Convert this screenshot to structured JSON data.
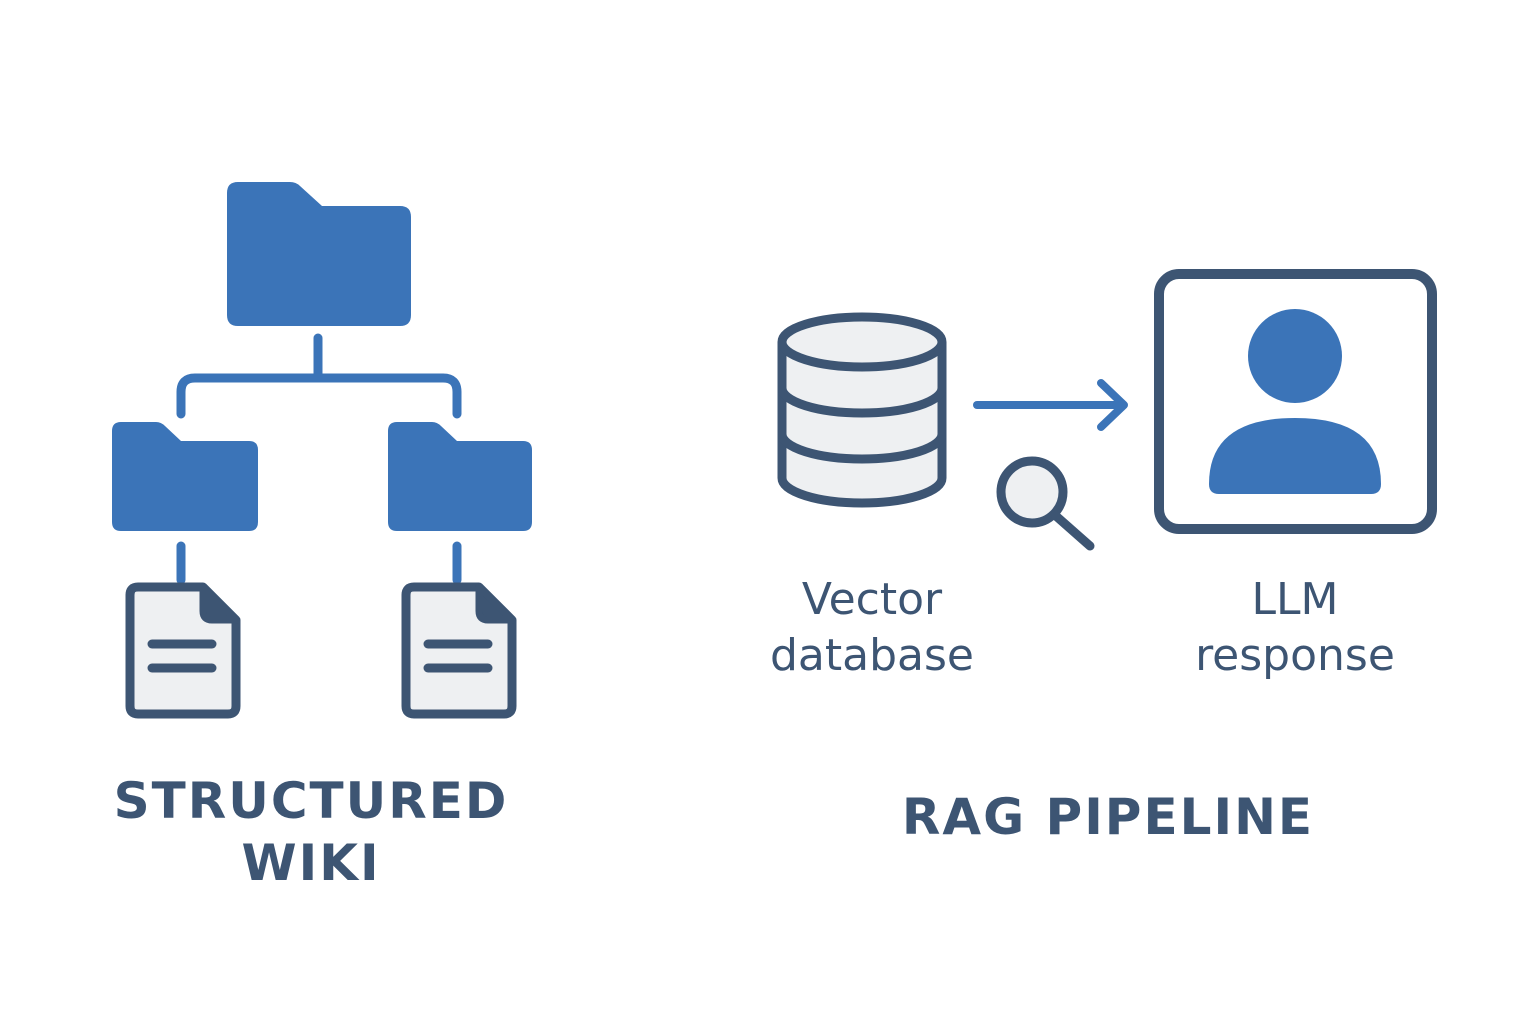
{
  "colors": {
    "accent_blue": "#3b74b8",
    "outline_slate": "#3d5573",
    "doc_fill": "#eef0f2",
    "background": "#ffffff"
  },
  "left_section": {
    "title_line1": "STRUCTURED",
    "title_line2": "WIKI",
    "icons": [
      "folder-icon",
      "folder-icon",
      "folder-icon",
      "document-icon",
      "document-icon"
    ]
  },
  "right_section": {
    "title": "RAG PIPELINE",
    "vector_db_line1": "Vector",
    "vector_db_line2": "database",
    "llm_line1": "LLM",
    "llm_line2": "response",
    "icons": [
      "database-icon",
      "arrow-right-icon",
      "magnifier-icon",
      "user-icon"
    ]
  }
}
